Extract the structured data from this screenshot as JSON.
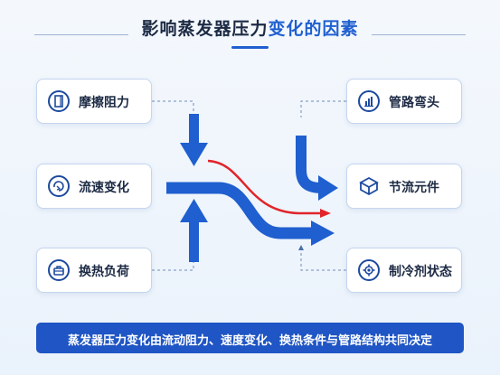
{
  "title": {
    "main": "影响蒸发器压力",
    "highlight": "变化的因素"
  },
  "left_factors": [
    {
      "label": "摩擦阻力",
      "icon": "document-icon"
    },
    {
      "label": "流速变化",
      "icon": "cycle-icon"
    },
    {
      "label": "换热负荷",
      "icon": "briefcase-icon"
    }
  ],
  "right_factors": [
    {
      "label": "管路弯头",
      "icon": "bar-chart-icon"
    },
    {
      "label": "节流元件",
      "icon": "cube-icon"
    },
    {
      "label": "制冷剂状态",
      "icon": "gear-icon"
    }
  ],
  "summary": "蒸发器压力变化由流动阻力、速度变化、换热条件与管路结构共同决定",
  "colors": {
    "accent": "#1f5fcf",
    "arrow": "#1f5fcf",
    "red_line": "#e0252b",
    "text": "#1c2a44"
  }
}
